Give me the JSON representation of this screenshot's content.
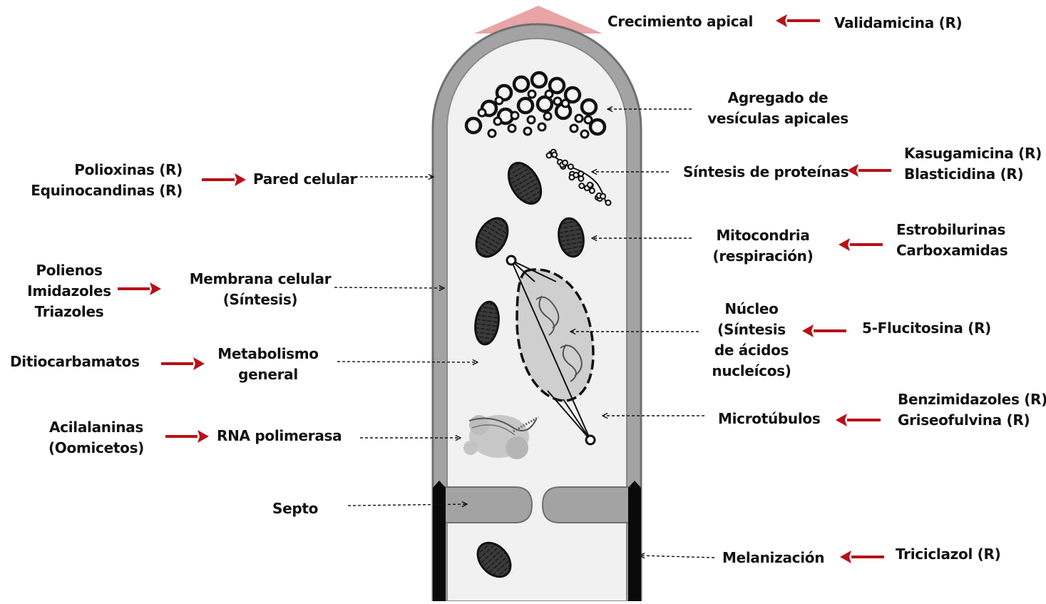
{
  "colors": {
    "arrow_red": "#b81118",
    "apex_pink": "#e8a4a6",
    "wall_gray": "#a3a3a3",
    "wall_border": "#6f6f6f",
    "cytoplasm": "#f1f1f1",
    "melanin": "#0a0a0a",
    "text": "#111111"
  },
  "top": {
    "growth_label": "Crecimiento  apical",
    "growth_drug": "Validamicina (R)"
  },
  "structures": {
    "vesicles": [
      "Agregado de",
      "vesículas apicales"
    ],
    "cell_wall": "Pared celular",
    "protein_synthesis": "Síntesis de proteínas",
    "mitochondria": [
      "Mitocondria",
      "(respiración)"
    ],
    "membrane": [
      "Membrana celular",
      "(Síntesis)"
    ],
    "nucleus": [
      "Núcleo",
      "(Síntesis",
      "de ácidos",
      "nucleícos)"
    ],
    "metabolism": [
      "Metabolismo",
      "general"
    ],
    "microtubules": "Microtúbulos",
    "rna_polymerase": "RNA polimerasa",
    "septum": "Septo",
    "melanization": "Melanización"
  },
  "drugs": {
    "cell_wall": [
      "Polioxinas (R)",
      "Equinocandinas (R)"
    ],
    "protein_synthesis": [
      "Kasugamicina (R)",
      "Blasticidina (R)"
    ],
    "mitochondria": [
      "Estrobilurinas",
      "Carboxamidas"
    ],
    "membrane": [
      "Polienos",
      "Imidazoles",
      "Triazoles"
    ],
    "nucleus": [
      "5-Flucitosina (R)"
    ],
    "metabolism": [
      "Ditiocarbamatos"
    ],
    "microtubules": [
      "Benzimidazoles (R)",
      "Griseofulvina (R)"
    ],
    "rna_polymerase": [
      "Acilalaninas",
      "(Oomicetos)"
    ],
    "melanization": [
      "Triciclazol (R)"
    ]
  },
  "icons": [
    "red-arrow-icon",
    "dashed-pointer-icon",
    "apex-triangle-icon",
    "dna-helix-icon",
    "mitochondrion-icon",
    "vesicle-icon",
    "ribosome-icon",
    "rna-polymerase-icon"
  ]
}
